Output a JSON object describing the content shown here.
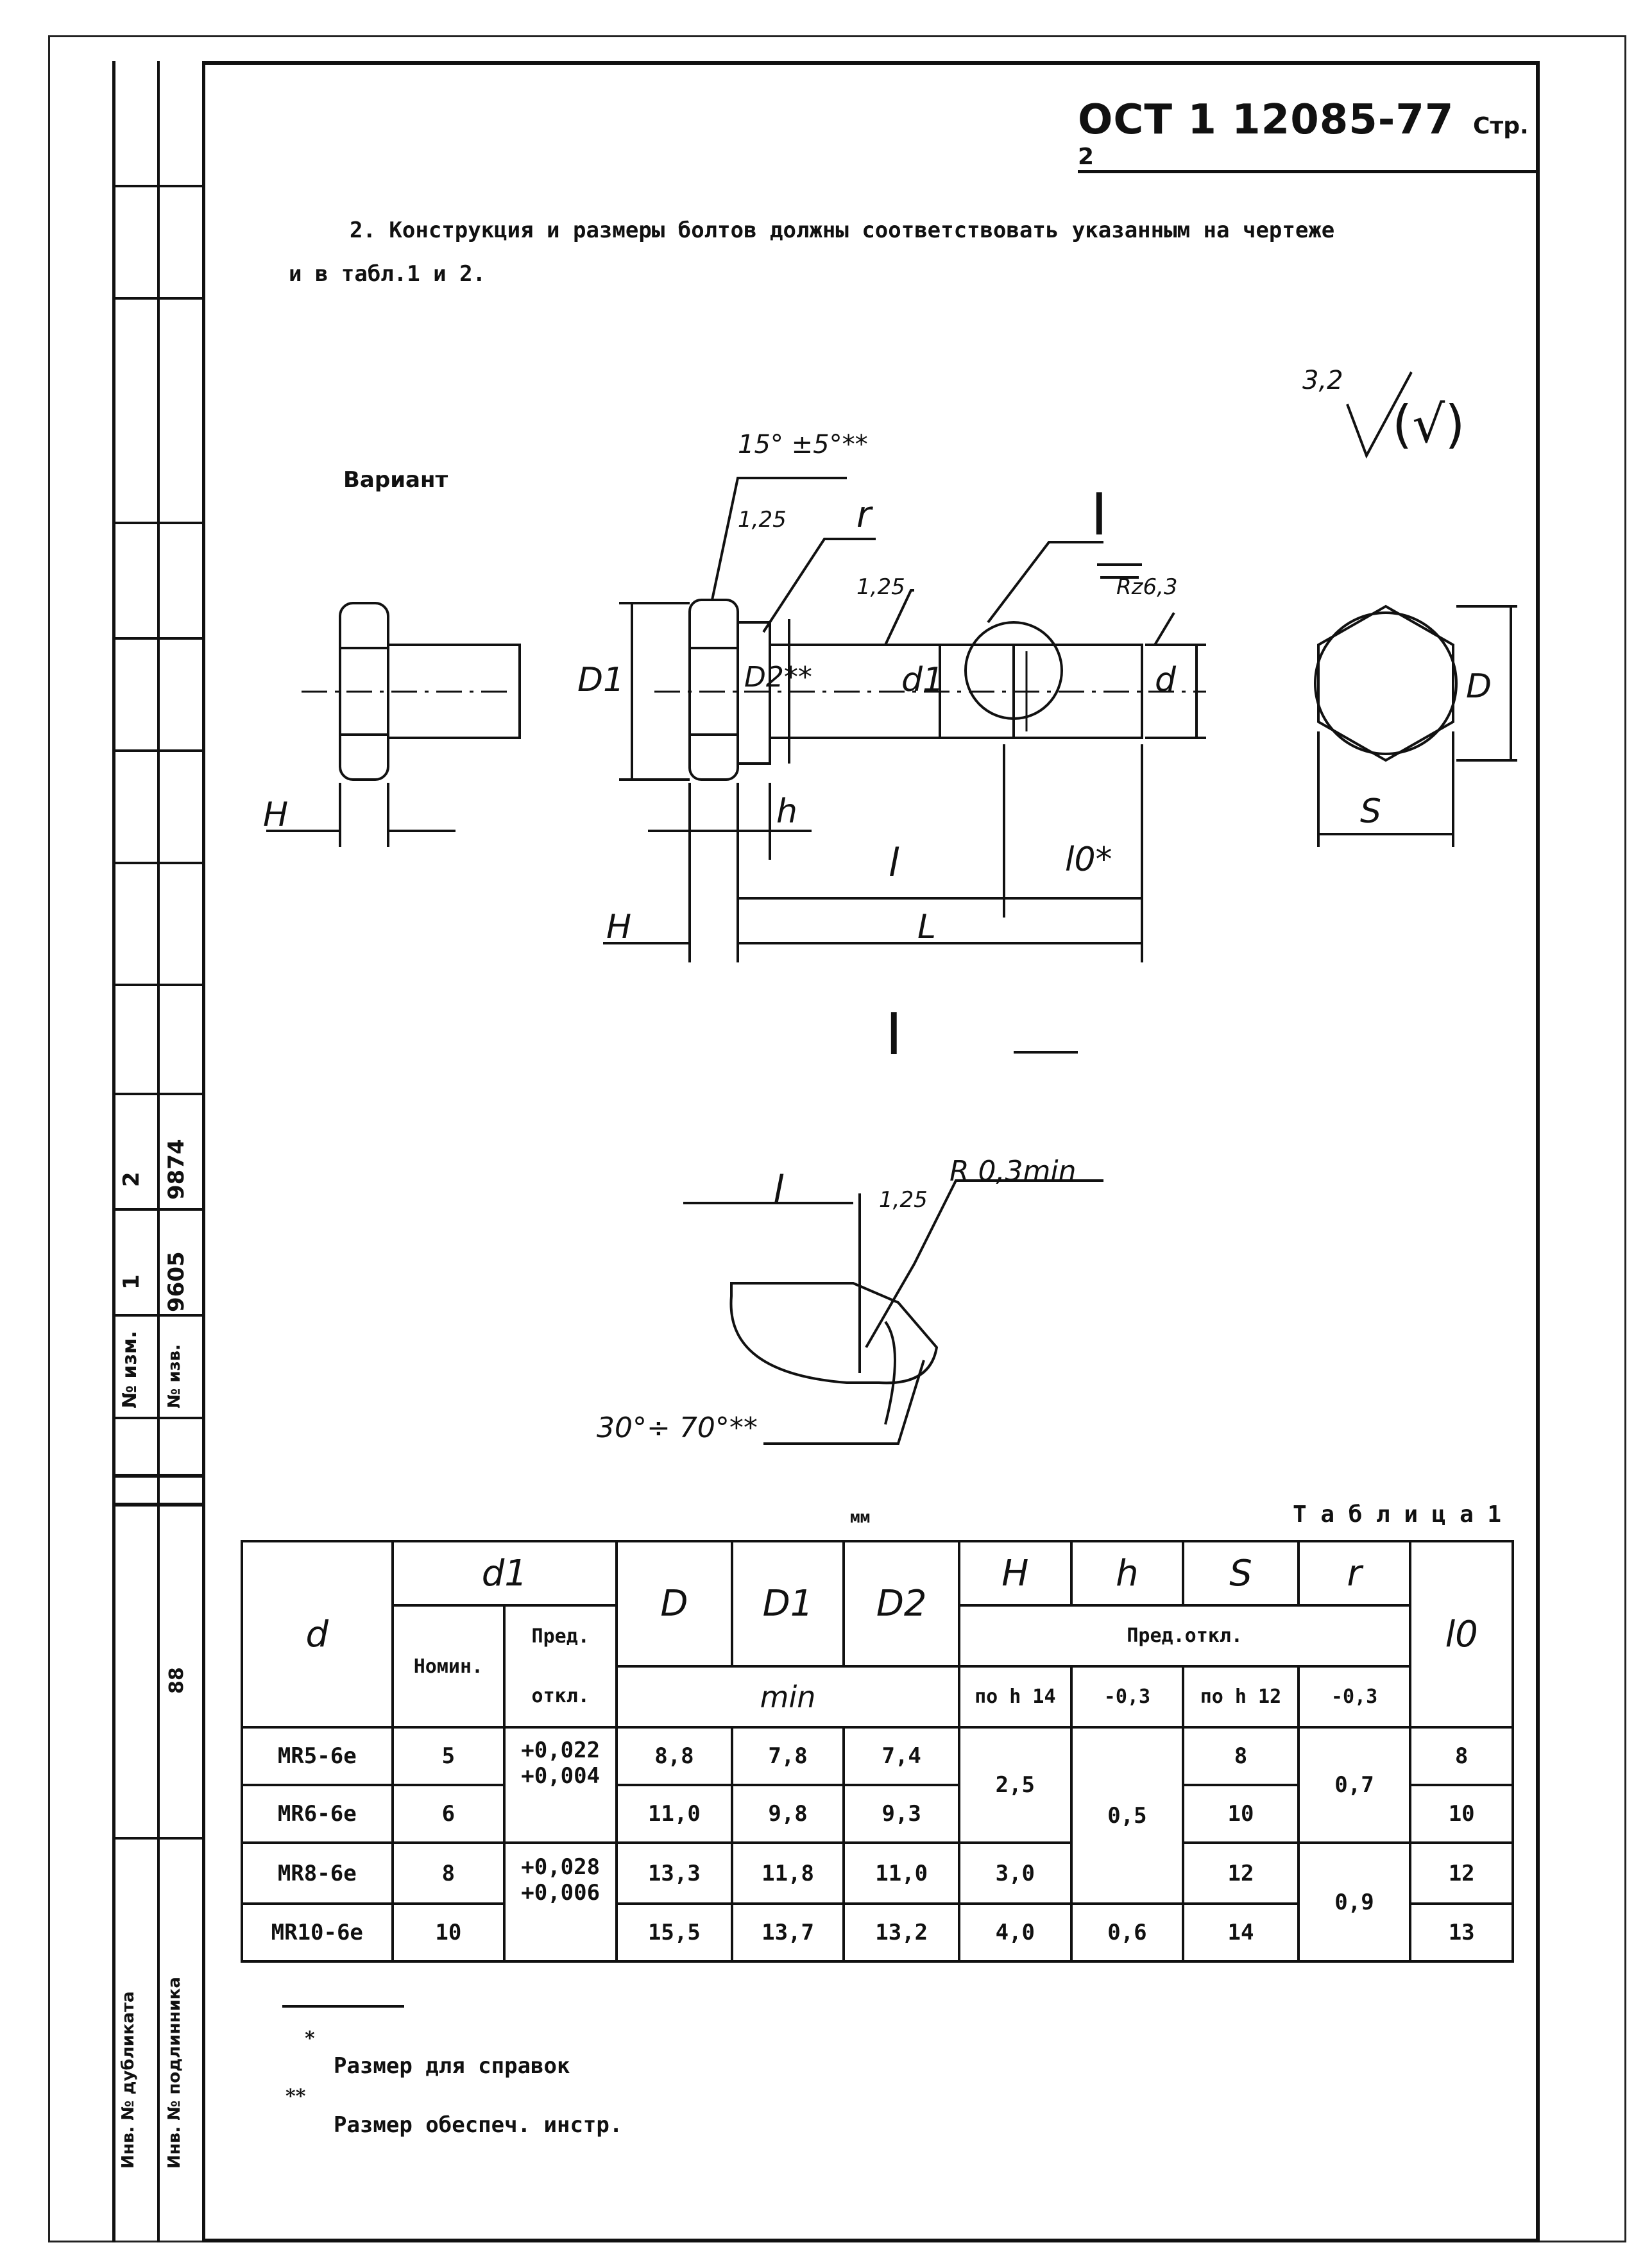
{
  "header": {
    "code": "ОСТ 1 12085-77",
    "page": "Стр. 2"
  },
  "paragraph": {
    "line1": "2. Конструкция и размеры болтов должны соответствовать указанным на чертеже",
    "line2": "и в табл.1 и 2."
  },
  "drawing": {
    "variant_label": "Вариант",
    "roughness_value": "3,2",
    "roughness_bracket": "(√)",
    "angle_head": "15° ±5°**",
    "head_chamfer": "1,25",
    "r_label": "r",
    "thread_chamfer": "1,25",
    "rz_label": "Rz6,3",
    "detail_mark": "I",
    "D1": "D1",
    "D2": "D2**",
    "d1": "d1",
    "d": "d",
    "D": "D",
    "S": "S",
    "H": "H",
    "h": "h",
    "l": "l",
    "l0": "l0*",
    "L": "L",
    "detail_title": "I",
    "detail_l": "l",
    "detail_chamfer": "1,25",
    "detail_radius": "R 0,3min",
    "detail_angle": "30°÷ 70°**"
  },
  "table": {
    "caption": "Т а б л и ц а  1",
    "units": "мм",
    "h_d": "d",
    "h_d1": "d1",
    "h_D": "D",
    "h_D1": "D1",
    "h_D2": "D2",
    "h_H": "H",
    "h_h": "h",
    "h_S": "S",
    "h_r": "r",
    "h_l0": "l0",
    "h_nom": "Номин.",
    "h_pred": "Пред.",
    "h_otkl": "откл.",
    "h_predotkl": "Пред.откл.",
    "h_min": "min",
    "h_tolH": "по h 14",
    "h_tolh": "-0,3",
    "h_tolS": "по h 12",
    "h_tolr": "-0,3",
    "rows": [
      {
        "d": "MR5-6e",
        "d1": "5",
        "D": "8,8",
        "D1": "7,8",
        "D2": "7,4",
        "S": "8",
        "l0": "8"
      },
      {
        "d": "MR6-6e",
        "d1": "6",
        "D": "11,0",
        "D1": "9,8",
        "D2": "9,3",
        "S": "10",
        "l0": "10"
      },
      {
        "d": "MR8-6e",
        "d1": "8",
        "D": "13,3",
        "D1": "11,8",
        "D2": "11,0",
        "S": "12",
        "l0": "12"
      },
      {
        "d": "MR10-6e",
        "d1": "10",
        "D": "15,5",
        "D1": "13,7",
        "D2": "13,2",
        "S": "14",
        "l0": "13"
      }
    ],
    "merged": {
      "pred_a": "+0,022\n+0,004",
      "pred_b": "+0,028\n+0,006",
      "H_a": "2,5",
      "H_b": "3,0",
      "H_c": "4,0",
      "h_a": "0,5",
      "h_b": "0,6",
      "r_a": "0,7",
      "r_b": "0,9"
    }
  },
  "footnotes": {
    "star1": "*",
    "text1": "Размер для справок",
    "star2": "**",
    "text2": "Размер обеспеч. инстр."
  },
  "strip": {
    "change_label": "№ изм.",
    "notice_label": "№ изв.",
    "col1": "1",
    "col2": "2",
    "notice1": "9605",
    "notice2": "9874",
    "num": "88",
    "dup_label": "Инв. № дубликата",
    "orig_label": "Инв. № подлинника"
  }
}
